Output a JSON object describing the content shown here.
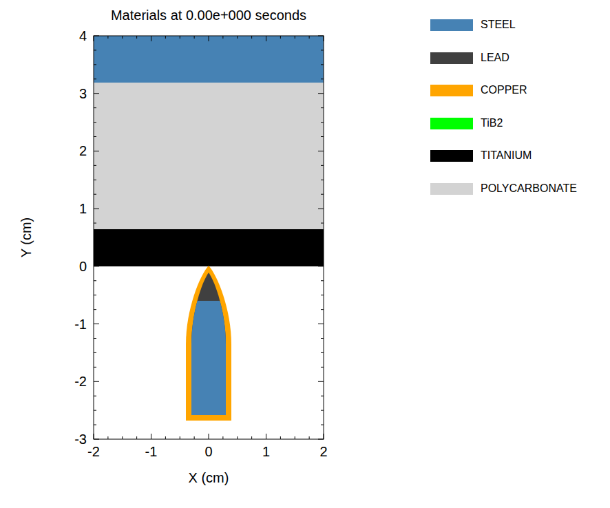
{
  "diagram": {
    "title": "Materials at 0.00e+000 seconds",
    "labels": [
      "4",
      "3",
      "2",
      "1",
      "0",
      "-1",
      "-2",
      "-3",
      "-2",
      "-1",
      "0",
      "1",
      "2",
      "Y (cm)",
      "X (cm)"
    ],
    "legend": [
      {
        "text": "STEEL",
        "color": "#4682b4"
      },
      {
        "text": "LEAD",
        "color": "#404040"
      },
      {
        "text": "COPPER",
        "color": "#ffa500"
      },
      {
        "text": "TiB2",
        "color": "#00ff00"
      },
      {
        "text": "TITANIUM",
        "color": "#000000"
      },
      {
        "text": "POLYCARBONATE",
        "color": "#d3d3d3"
      }
    ]
  }
}
